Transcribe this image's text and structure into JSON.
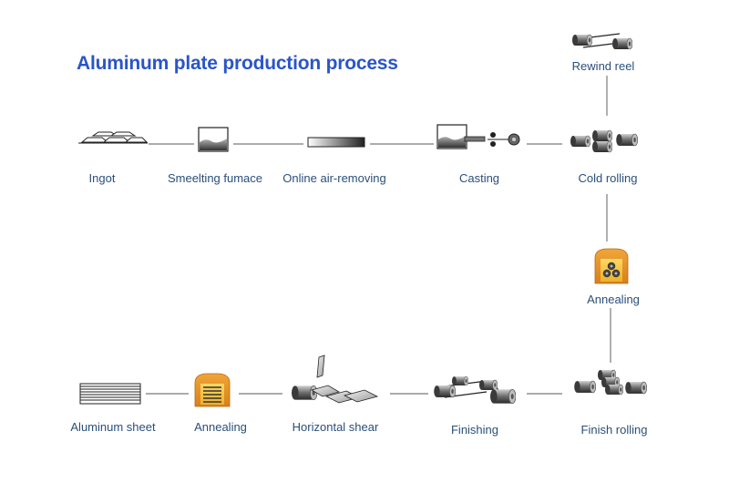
{
  "title": "Aluminum plate production process",
  "colors": {
    "title": "#2a55c8",
    "label": "#2a4f7a",
    "line": "#7a7a7a",
    "icon_dark": "#222222",
    "icon_gray": "#8a8a8a",
    "furnace_orange": "#e79a2a",
    "furnace_yellow": "#f4c33c"
  },
  "steps": [
    {
      "label": "Ingot",
      "icon": "ingot-icon"
    },
    {
      "label": "Smeelting fumace",
      "icon": "smelting-furnace-icon"
    },
    {
      "label": "Online air-removing",
      "icon": "air-removing-icon"
    },
    {
      "label": "Casting",
      "icon": "casting-icon"
    },
    {
      "label": "Cold rolling",
      "icon": "rollers-icon"
    },
    {
      "label": "Rewind reel",
      "icon": "rewind-reel-icon"
    },
    {
      "label": "Annealing",
      "icon": "annealing-furnace-icon"
    },
    {
      "label": "Finish rolling",
      "icon": "rollers-icon"
    },
    {
      "label": "Finishing",
      "icon": "finishing-icon"
    },
    {
      "label": "Horizontal shear",
      "icon": "shear-icon"
    },
    {
      "label": "Annealing",
      "icon": "annealing-furnace-icon"
    },
    {
      "label": "Aluminum sheet",
      "icon": "aluminum-sheet-icon"
    }
  ]
}
